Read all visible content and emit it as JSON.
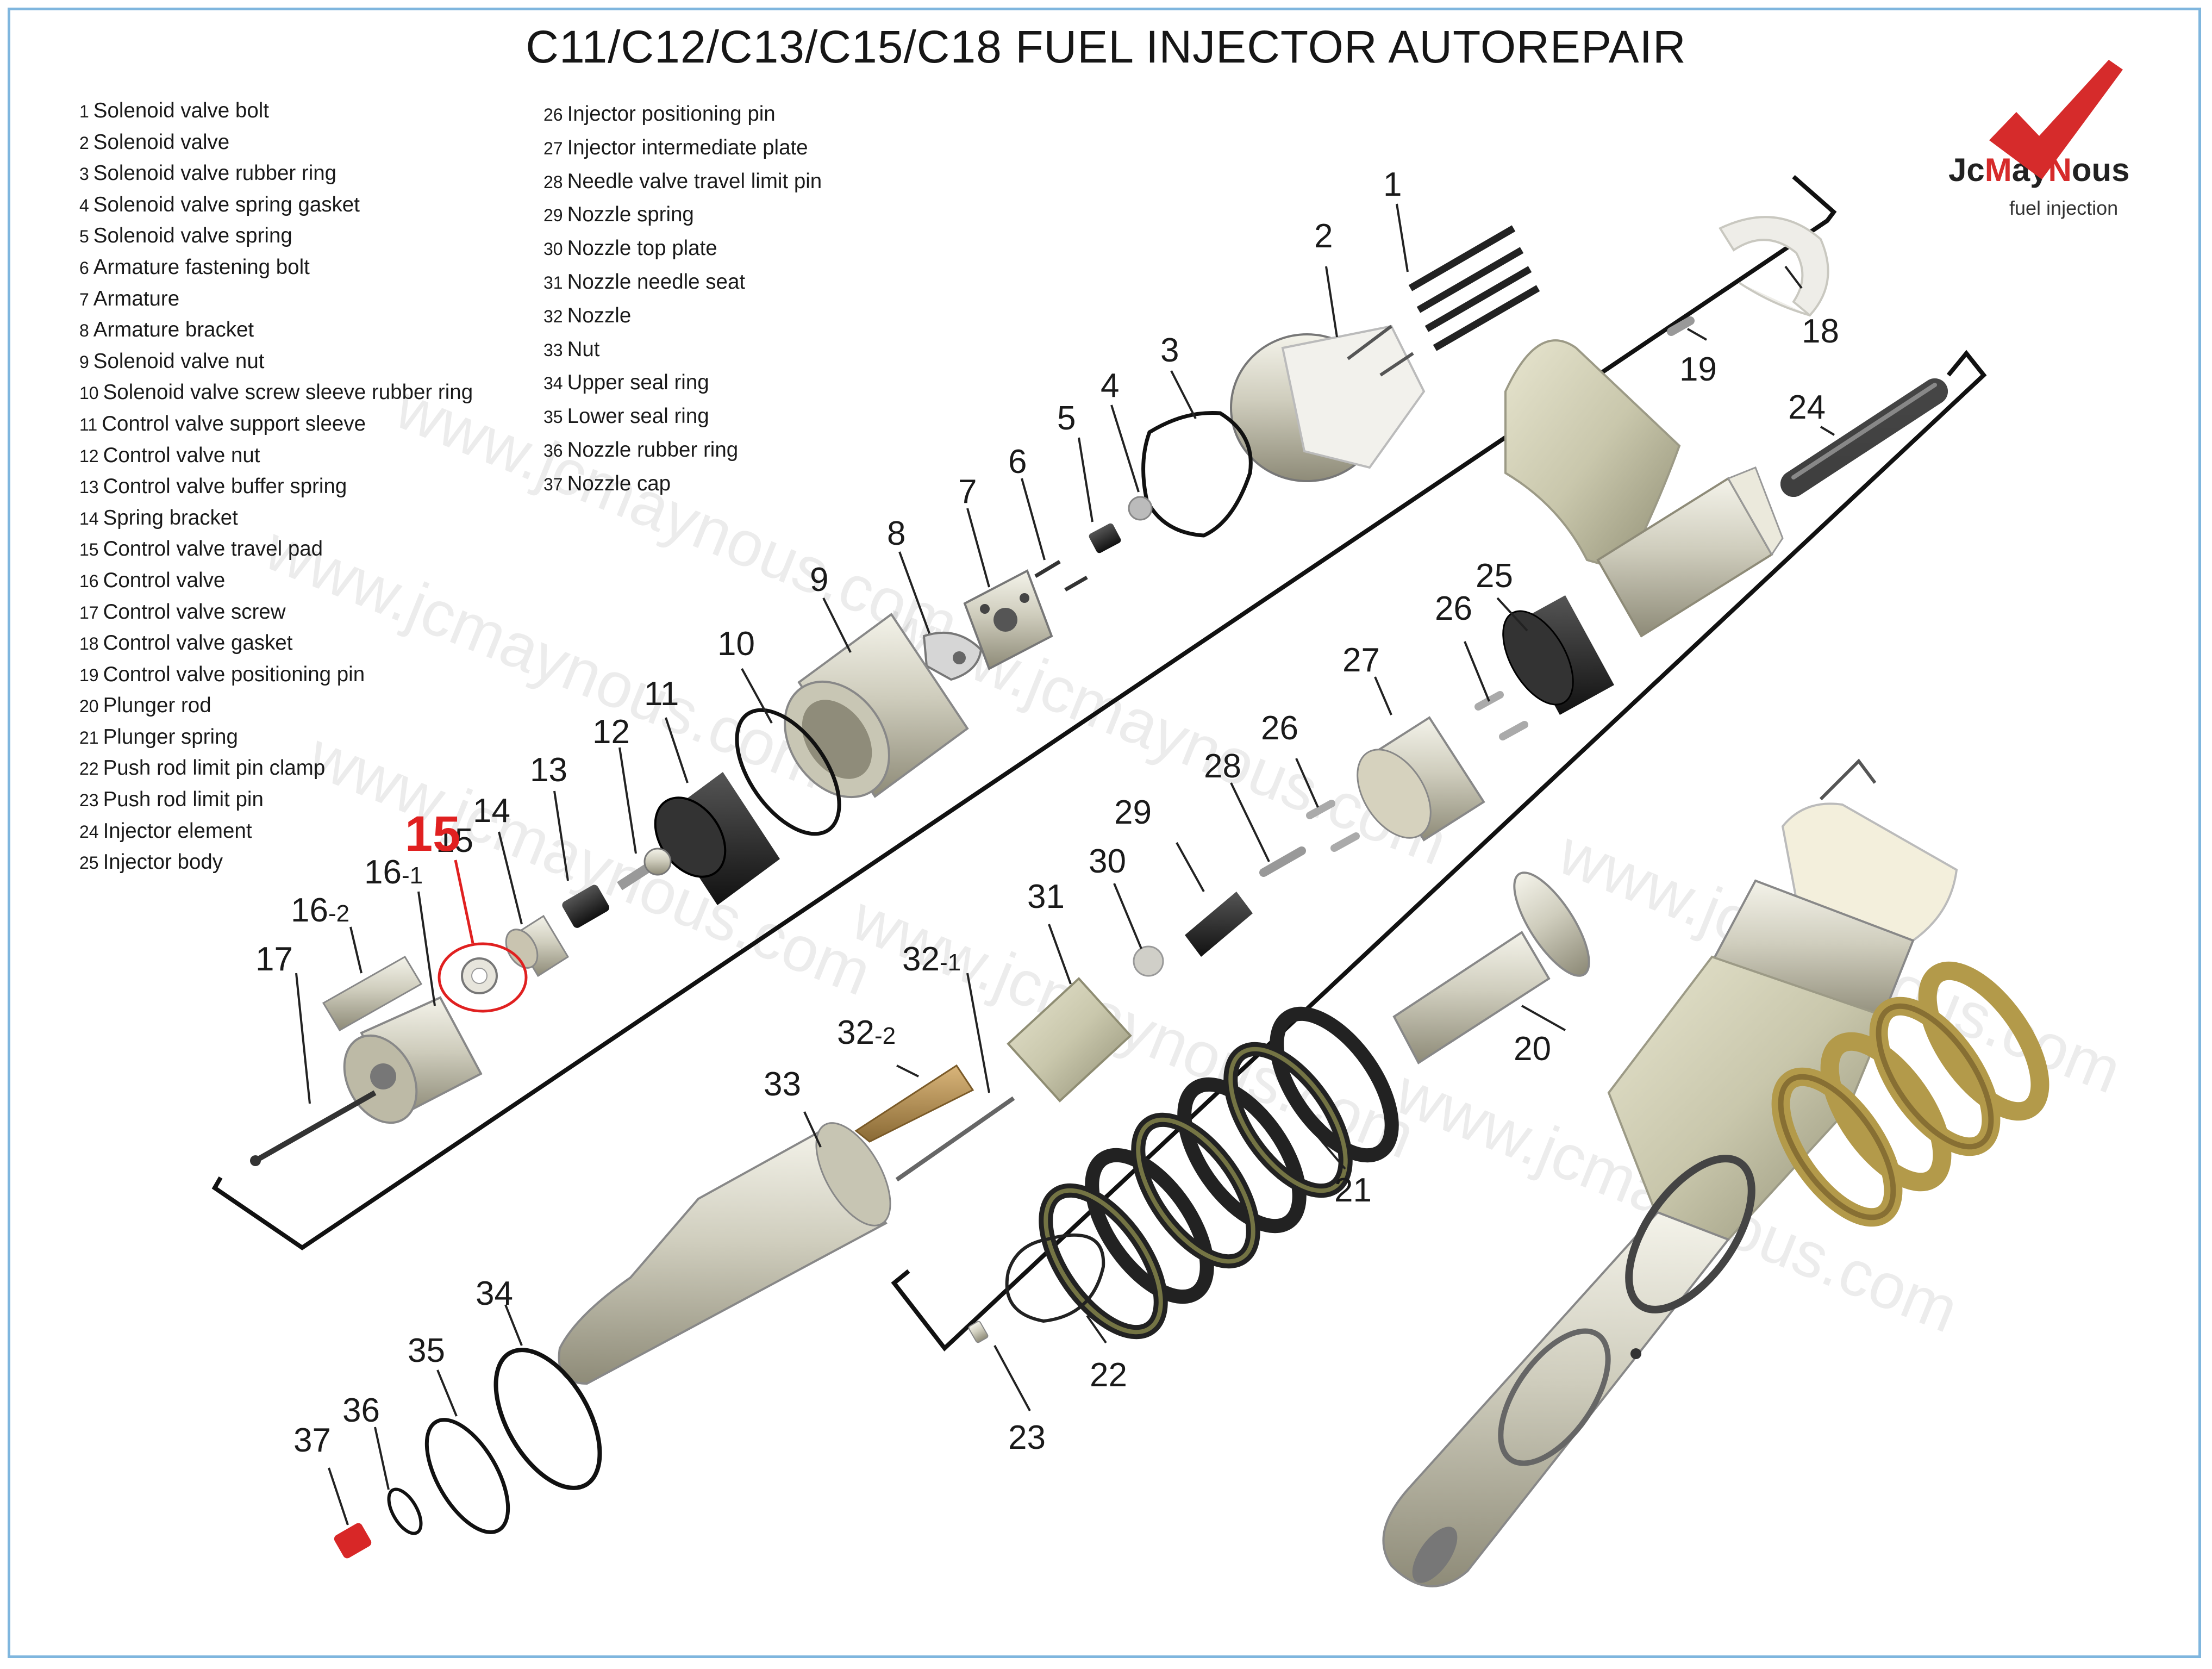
{
  "title": "C11/C12/C13/C15/C18 FUEL INJECTOR AUTOREPAIR",
  "logo": {
    "prefix": "Jc",
    "part1": "M",
    "part2": "ay",
    "part3": "N",
    "part4": "ous",
    "tagline": "fuel injection",
    "brand_color": "#d62b2b"
  },
  "watermark": "www.jcmaynous.com",
  "legend_left": [
    {
      "n": "1",
      "label": "Solenoid valve bolt"
    },
    {
      "n": "2",
      "label": "Solenoid valve"
    },
    {
      "n": "3",
      "label": "Solenoid valve rubber ring"
    },
    {
      "n": "4",
      "label": "Solenoid valve spring gasket"
    },
    {
      "n": "5",
      "label": "Solenoid valve spring"
    },
    {
      "n": "6",
      "label": "Armature fastening bolt"
    },
    {
      "n": "7",
      "label": "Armature"
    },
    {
      "n": "8",
      "label": "Armature bracket"
    },
    {
      "n": "9",
      "label": "Solenoid valve nut"
    },
    {
      "n": "10",
      "label": "Solenoid valve screw sleeve rubber ring"
    },
    {
      "n": "11",
      "label": "Control valve support sleeve"
    },
    {
      "n": "12",
      "label": "Control valve nut"
    },
    {
      "n": "13",
      "label": "Control valve buffer spring"
    },
    {
      "n": "14",
      "label": "Spring bracket"
    },
    {
      "n": "15",
      "label": "Control valve travel pad"
    },
    {
      "n": "16",
      "label": "Control valve"
    },
    {
      "n": "17",
      "label": "Control valve screw"
    },
    {
      "n": "18",
      "label": "Control valve gasket"
    },
    {
      "n": "19",
      "label": "Control valve positioning pin"
    },
    {
      "n": "20",
      "label": "Plunger rod"
    },
    {
      "n": "21",
      "label": "Plunger spring"
    },
    {
      "n": "22",
      "label": "Push rod limit pin clamp"
    },
    {
      "n": "23",
      "label": "Push rod limit pin"
    },
    {
      "n": "24",
      "label": "Injector element"
    },
    {
      "n": "25",
      "label": "Injector body"
    }
  ],
  "legend_right": [
    {
      "n": "26",
      "label": "Injector positioning pin"
    },
    {
      "n": "27",
      "label": "Injector intermediate plate"
    },
    {
      "n": "28",
      "label": "Needle valve travel limit pin"
    },
    {
      "n": "29",
      "label": "Nozzle spring"
    },
    {
      "n": "30",
      "label": "Nozzle top plate"
    },
    {
      "n": "31",
      "label": "Nozzle needle seat"
    },
    {
      "n": "32",
      "label": "Nozzle"
    },
    {
      "n": "33",
      "label": "Nut"
    },
    {
      "n": "34",
      "label": "Upper seal ring"
    },
    {
      "n": "35",
      "label": "Lower seal ring"
    },
    {
      "n": "36",
      "label": "Nozzle rubber ring"
    },
    {
      "n": "37",
      "label": "Nozzle cap"
    }
  ],
  "callouts": {
    "c1": "1",
    "c2": "2",
    "c3": "3",
    "c4": "4",
    "c5": "5",
    "c6": "6",
    "c7": "7",
    "c8": "8",
    "c9": "9",
    "c10": "10",
    "c11": "11",
    "c12": "12",
    "c13": "13",
    "c14": "14",
    "c15": "15",
    "c15_highlight": "15",
    "c16_1": "16",
    "c16_1_sub": "-1",
    "c16_2": "16",
    "c16_2_sub": "-2",
    "c17": "17",
    "c18": "18",
    "c19": "19",
    "c20": "20",
    "c21": "21",
    "c22": "22",
    "c23": "23",
    "c24": "24",
    "c25": "25",
    "c26a": "26",
    "c26b": "26",
    "c27": "27",
    "c28": "28",
    "c29": "29",
    "c30": "30",
    "c31": "31",
    "c32_1": "32",
    "c32_1_sub": "-1",
    "c32_2": "32",
    "c32_2_sub": "-2",
    "c33": "33",
    "c34": "34",
    "c35": "35",
    "c36": "36",
    "c37": "37"
  },
  "highlight_color": "#e02020"
}
